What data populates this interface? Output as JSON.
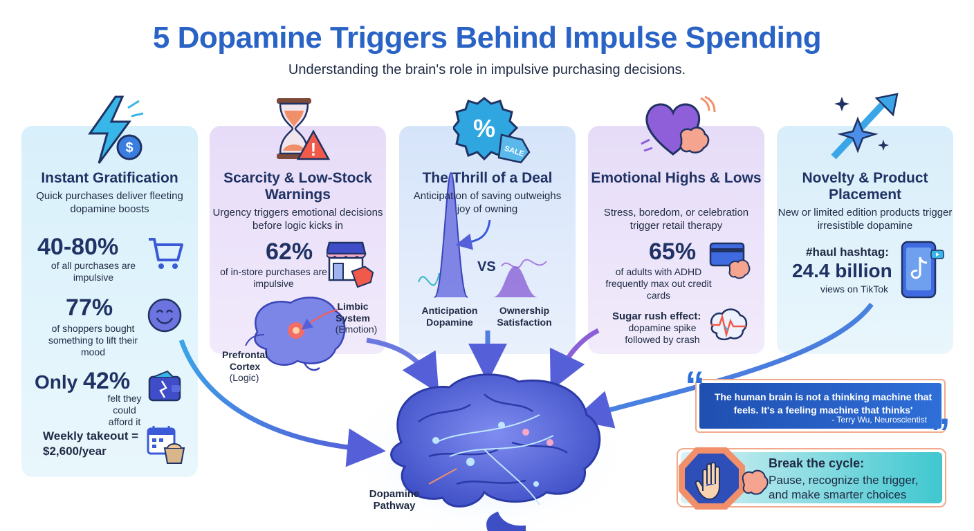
{
  "header": {
    "title": "5 Dopamine Triggers Behind Impulse Spending",
    "subtitle": "Understanding the brain's role in impulsive purchasing decisions."
  },
  "cards": [
    {
      "title": "Instant Gratification",
      "desc": "Quick purchases deliver fleeting dopamine boosts",
      "icon": "lightning-dollar-icon",
      "stats": [
        {
          "value": "40-80%",
          "text": "of all purchases are impulsive",
          "icon": "shopping-cart-icon"
        },
        {
          "value": "77%",
          "text": "of shoppers bought something to lift their mood",
          "icon": "smiley-icon"
        },
        {
          "prefix": "Only",
          "value": "42%",
          "text": "felt they could afford it",
          "icon": "broken-wallet-icon"
        },
        {
          "value": "Weekly takeout = $2,600/year",
          "icon": "calendar-takeout-icon"
        }
      ]
    },
    {
      "title": "Scarcity & Low-Stock Warnings",
      "desc": "Urgency triggers emotional decisions before logic kicks in",
      "icon": "hourglass-warning-icon",
      "stats": [
        {
          "value": "62%",
          "text": "of in-store purchases are impulsive",
          "icon": "store-tag-icon"
        }
      ],
      "labels": {
        "limbic": "Limbic System",
        "limbic_sub": "(Emotion)",
        "cortex": "Prefrontal Cortex",
        "cortex_sub": "(Logic)"
      }
    },
    {
      "title": "The Thrill of a Deal",
      "desc": "Anticipation of saving outweighs joy of owning",
      "icon": "sale-badge-icon",
      "badge_text": "%",
      "tag_text": "SALE",
      "vs": "VS",
      "left_label": "Anticipation Dopamine",
      "right_label": "Ownership Satisfaction"
    },
    {
      "title": "Emotional Highs & Lows",
      "desc": "Stress, boredom, or celebration trigger retail therapy",
      "icon": "heart-brain-icon",
      "stats": [
        {
          "value": "65%",
          "text": "of adults with ADHD frequently max out credit cards",
          "icon": "credit-card-brain-icon"
        },
        {
          "value": "Sugar rush effect:",
          "text": "dopamine spike followed by crash",
          "icon": "brain-spike-icon"
        }
      ]
    },
    {
      "title": "Novelty & Product Placement",
      "desc": "New or limited edition products trigger irresistible dopamine",
      "icon": "sparkle-arrow-icon",
      "stats": [
        {
          "value": "#haul hashtag:",
          "big": "24.4 billion",
          "text": "views on TikTok",
          "icon": "phone-tiktok-icon"
        }
      ]
    }
  ],
  "center": {
    "label": "Dopamine Pathway"
  },
  "quote": {
    "text": "The human brain is not a thinking machine that feels. It's a feeling machine that thinks'",
    "author": "- Terry Wu, Neuroscientist",
    "open_mark": "“",
    "close_mark": "”"
  },
  "cycle": {
    "title": "Break the cycle:",
    "text": "Pause, recognize the trigger, and make smarter choices"
  },
  "colors": {
    "title": "#2a63c6",
    "navy": "#1f3263",
    "accent": "#f0a98a",
    "brain": "#4f63d8",
    "teal": "#3fc7cf"
  }
}
